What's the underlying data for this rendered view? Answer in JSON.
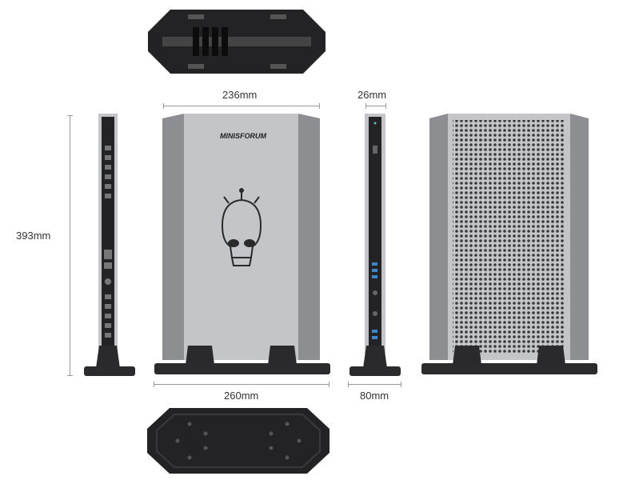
{
  "brand": "MINISFORUM",
  "dimensions": {
    "width_front": "236mm",
    "depth_side": "26mm",
    "height": "393mm",
    "width_base": "260mm",
    "depth_base": "80mm"
  },
  "colors": {
    "silver": "#c3c5c8",
    "side_panel": "#8c8e92",
    "black": "#232325",
    "dim_line": "#999999"
  }
}
